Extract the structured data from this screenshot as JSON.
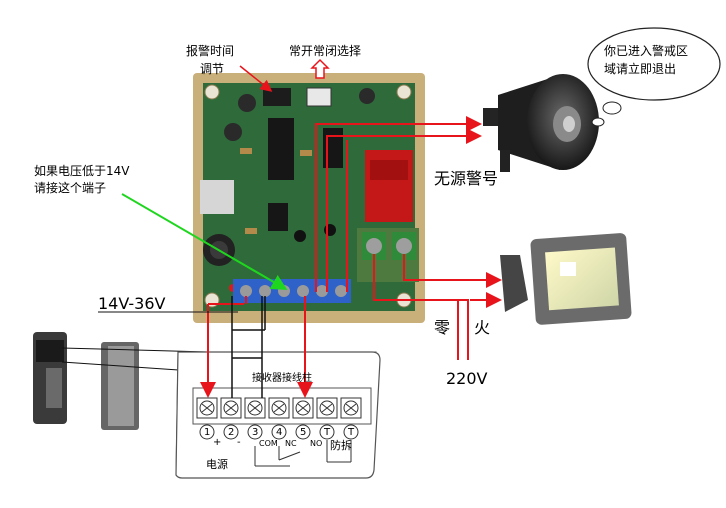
{
  "labels": {
    "alarm_time_adjust_line1": "报警时间",
    "alarm_time_adjust_line2": "调节",
    "no_nc_select": "常开常闭选择",
    "speech_line1": "你已进入警戒区",
    "speech_line2": "域请立即退出",
    "low_voltage_line1": "如果电压低于14V",
    "low_voltage_line2": "请接这个端子",
    "passive_siren": "无源警号",
    "voltage_range": "14V-36V",
    "neutral": "零",
    "live": "火",
    "mains": "220V"
  },
  "terminal_block": {
    "title": "接收器接线柱",
    "numbers": [
      "1",
      "2",
      "3",
      "4",
      "5",
      "T",
      "T"
    ],
    "sub_labels": {
      "power_plus": "+",
      "power_minus": "-",
      "power": "电源",
      "com": "COM",
      "nc": "NC",
      "no": "NO",
      "tamper": "防拆"
    }
  },
  "colors": {
    "wire_red": "#e8141c",
    "wire_black": "#111111",
    "arrow_green": "#1fd61f",
    "board_green": "#2f6a3a",
    "board_tan": "#c9b07a",
    "terminal_blue": "#2f62c8",
    "relay_red": "#c41818"
  },
  "icons": [
    "siren-icon",
    "floodlight-icon",
    "beam-sensor-icon",
    "screw-terminal-icon"
  ]
}
